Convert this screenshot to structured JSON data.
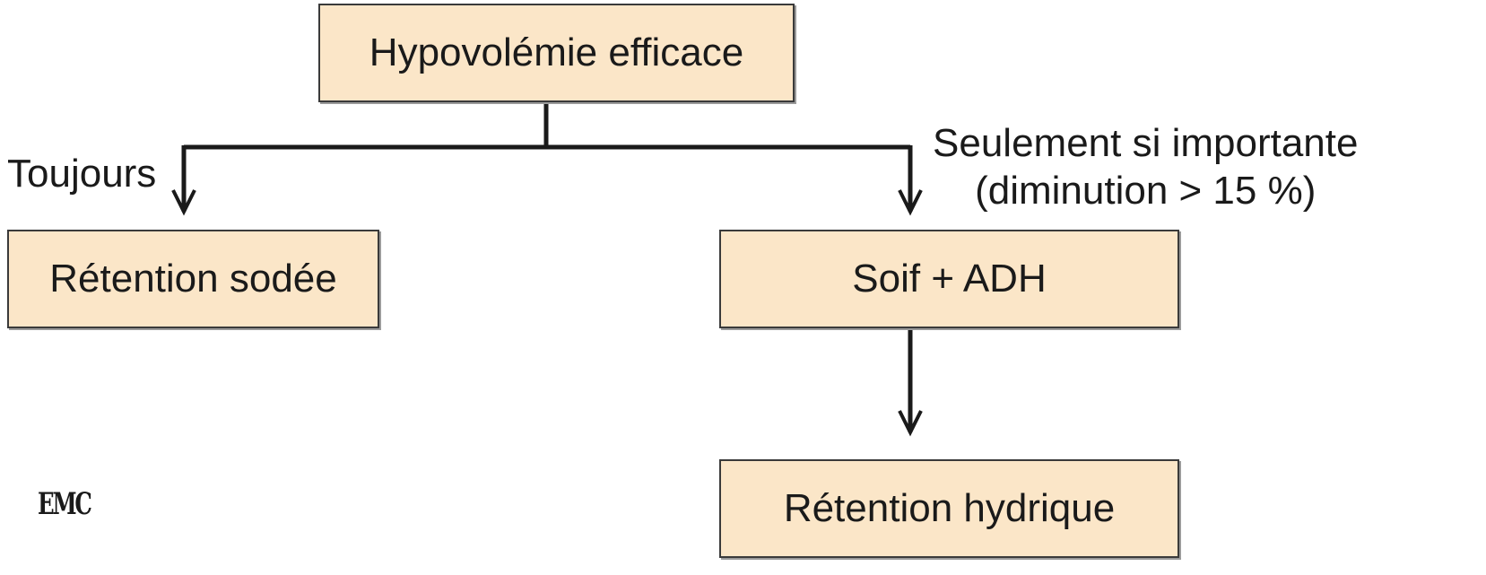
{
  "nodes": {
    "top": "Hypovolémie efficace",
    "left": "Rétention sodée",
    "right": "Soif + ADH",
    "bottom": "Rétention hydrique"
  },
  "edge_labels": {
    "left": "Toujours",
    "right_line1": "Seulement si importante",
    "right_line2": "(diminution > 15 %)"
  },
  "logo_text": "EMC",
  "colors": {
    "box_fill": "#fbe6c8",
    "box_border": "#3a3a3a",
    "line": "#1a1a1a"
  }
}
